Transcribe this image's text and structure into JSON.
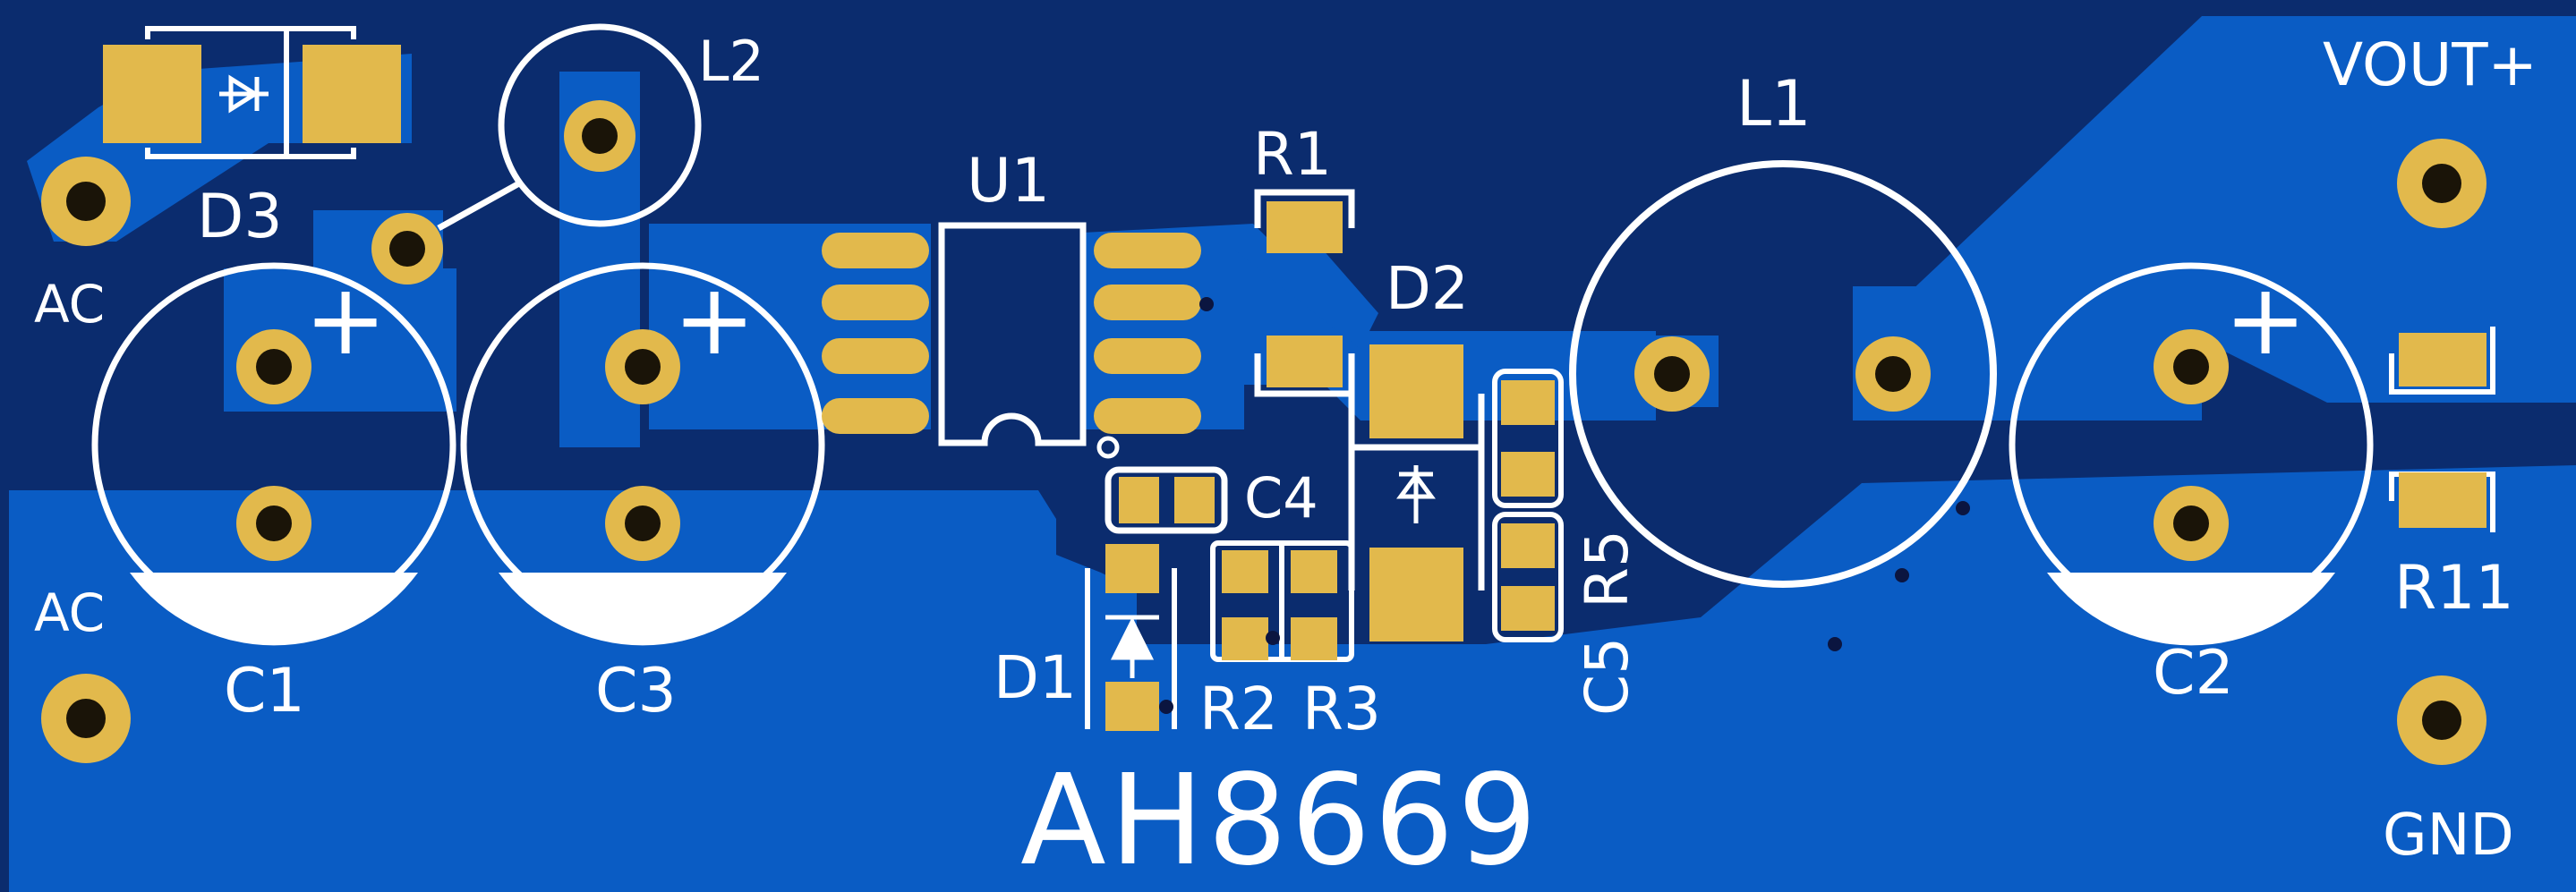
{
  "colors": {
    "background": "#0b2c6e",
    "copper_fill": "#0a5cc4",
    "copper_trace": "#0b5bc0",
    "pad": "#e2b94c",
    "drill": "#1a1408",
    "silkscreen": "#ffffff"
  },
  "labels": {
    "d3": "D3",
    "l2": "L2",
    "ac_top": "AC",
    "ac_bottom": "AC",
    "u1": "U1",
    "r1": "R1",
    "d2": "D2",
    "l1": "L1",
    "vout": "VOUT+",
    "gnd": "GND",
    "c1": "C1",
    "c3": "C3",
    "c4": "C4",
    "c5": "C5",
    "r5": "R5",
    "d1": "D1",
    "r2": "R2",
    "r3": "R3",
    "c2": "C2",
    "r11": "R11",
    "board_name": "AH8669",
    "plus": "+"
  },
  "icons": {
    "diode": "diode-symbol-icon",
    "pad": "round-pad-icon"
  }
}
